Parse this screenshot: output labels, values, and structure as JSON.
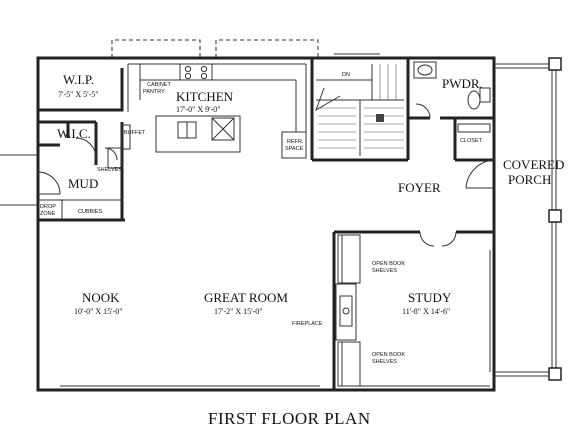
{
  "title": "FIRST FLOOR PLAN",
  "rooms": {
    "wip": {
      "name": "W.I.P.",
      "dims": "7'-5\" X 5'-5\""
    },
    "wic": {
      "name": "W.I.C."
    },
    "mud": {
      "name": "MUD"
    },
    "kitchen": {
      "name": "KITCHEN",
      "dims": "17'-0\" X 9'-0\""
    },
    "pwdr": {
      "name": "PWDR."
    },
    "foyer": {
      "name": "FOYER"
    },
    "covered_porch": {
      "line1": "COVERED",
      "line2": "PORCH"
    },
    "nook": {
      "name": "NOOK",
      "dims": "10'-0\" X 15'-0\""
    },
    "great_room": {
      "name": "GREAT ROOM",
      "dims": "17'-2\" X 15'-0\""
    },
    "study": {
      "name": "STUDY",
      "dims": "11'-8\" X 14'-6\""
    }
  },
  "notes": {
    "cabinet_pantry_1": "CABINET",
    "cabinet_pantry_2": "PANTRY",
    "buffet": "BUFFET",
    "shelves": "SHELVES",
    "drop_zone_1": "DROP",
    "drop_zone_2": "ZONE",
    "cubbies": "CUBBIES",
    "refr_1": "REFR.",
    "refr_2": "SPACE",
    "closet": "CLOSET",
    "dn": "DN",
    "fireplace": "FIREPLACE",
    "open_book_top_1": "OPEN BOOK",
    "open_book_top_2": "SHELVES",
    "open_book_bot_1": "OPEN BOOK",
    "open_book_bot_2": "SHELVES"
  }
}
